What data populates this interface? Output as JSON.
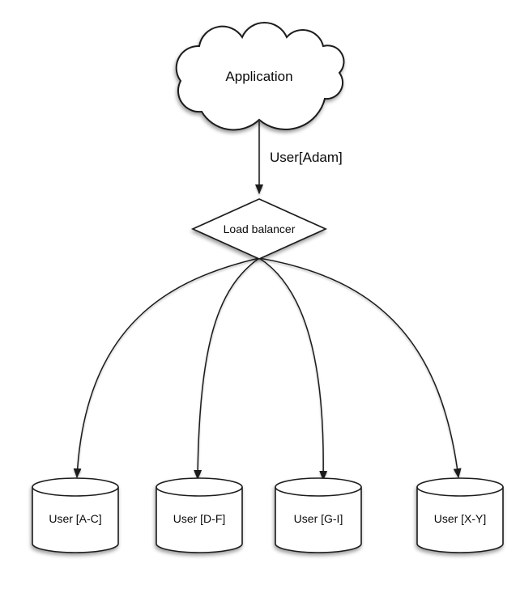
{
  "diagram": {
    "nodes": {
      "application": {
        "label": "Application",
        "shape": "cloud"
      },
      "load_balancer": {
        "label": "Load balancer",
        "shape": "diamond"
      },
      "databases": [
        {
          "label": "User [A-C]",
          "shape": "cylinder"
        },
        {
          "label": "User [D-F]",
          "shape": "cylinder"
        },
        {
          "label": "User [G-I]",
          "shape": "cylinder"
        },
        {
          "label": "User [X-Y]",
          "shape": "cylinder"
        }
      ]
    },
    "edges": {
      "app_to_lb": {
        "label": "User[Adam]",
        "from": "Application",
        "to": "Load balancer"
      },
      "lb_to_databases": [
        {
          "from": "Load balancer",
          "to": "User [A-C]"
        },
        {
          "from": "Load balancer",
          "to": "User [D-F]"
        },
        {
          "from": "Load balancer",
          "to": "User [G-I]"
        },
        {
          "from": "Load balancer",
          "to": "User [X-Y]"
        }
      ]
    },
    "colors": {
      "stroke": "#1c1c1c",
      "fill": "#ffffff",
      "text": "#0a0a0a",
      "background": "#ffffff"
    }
  }
}
